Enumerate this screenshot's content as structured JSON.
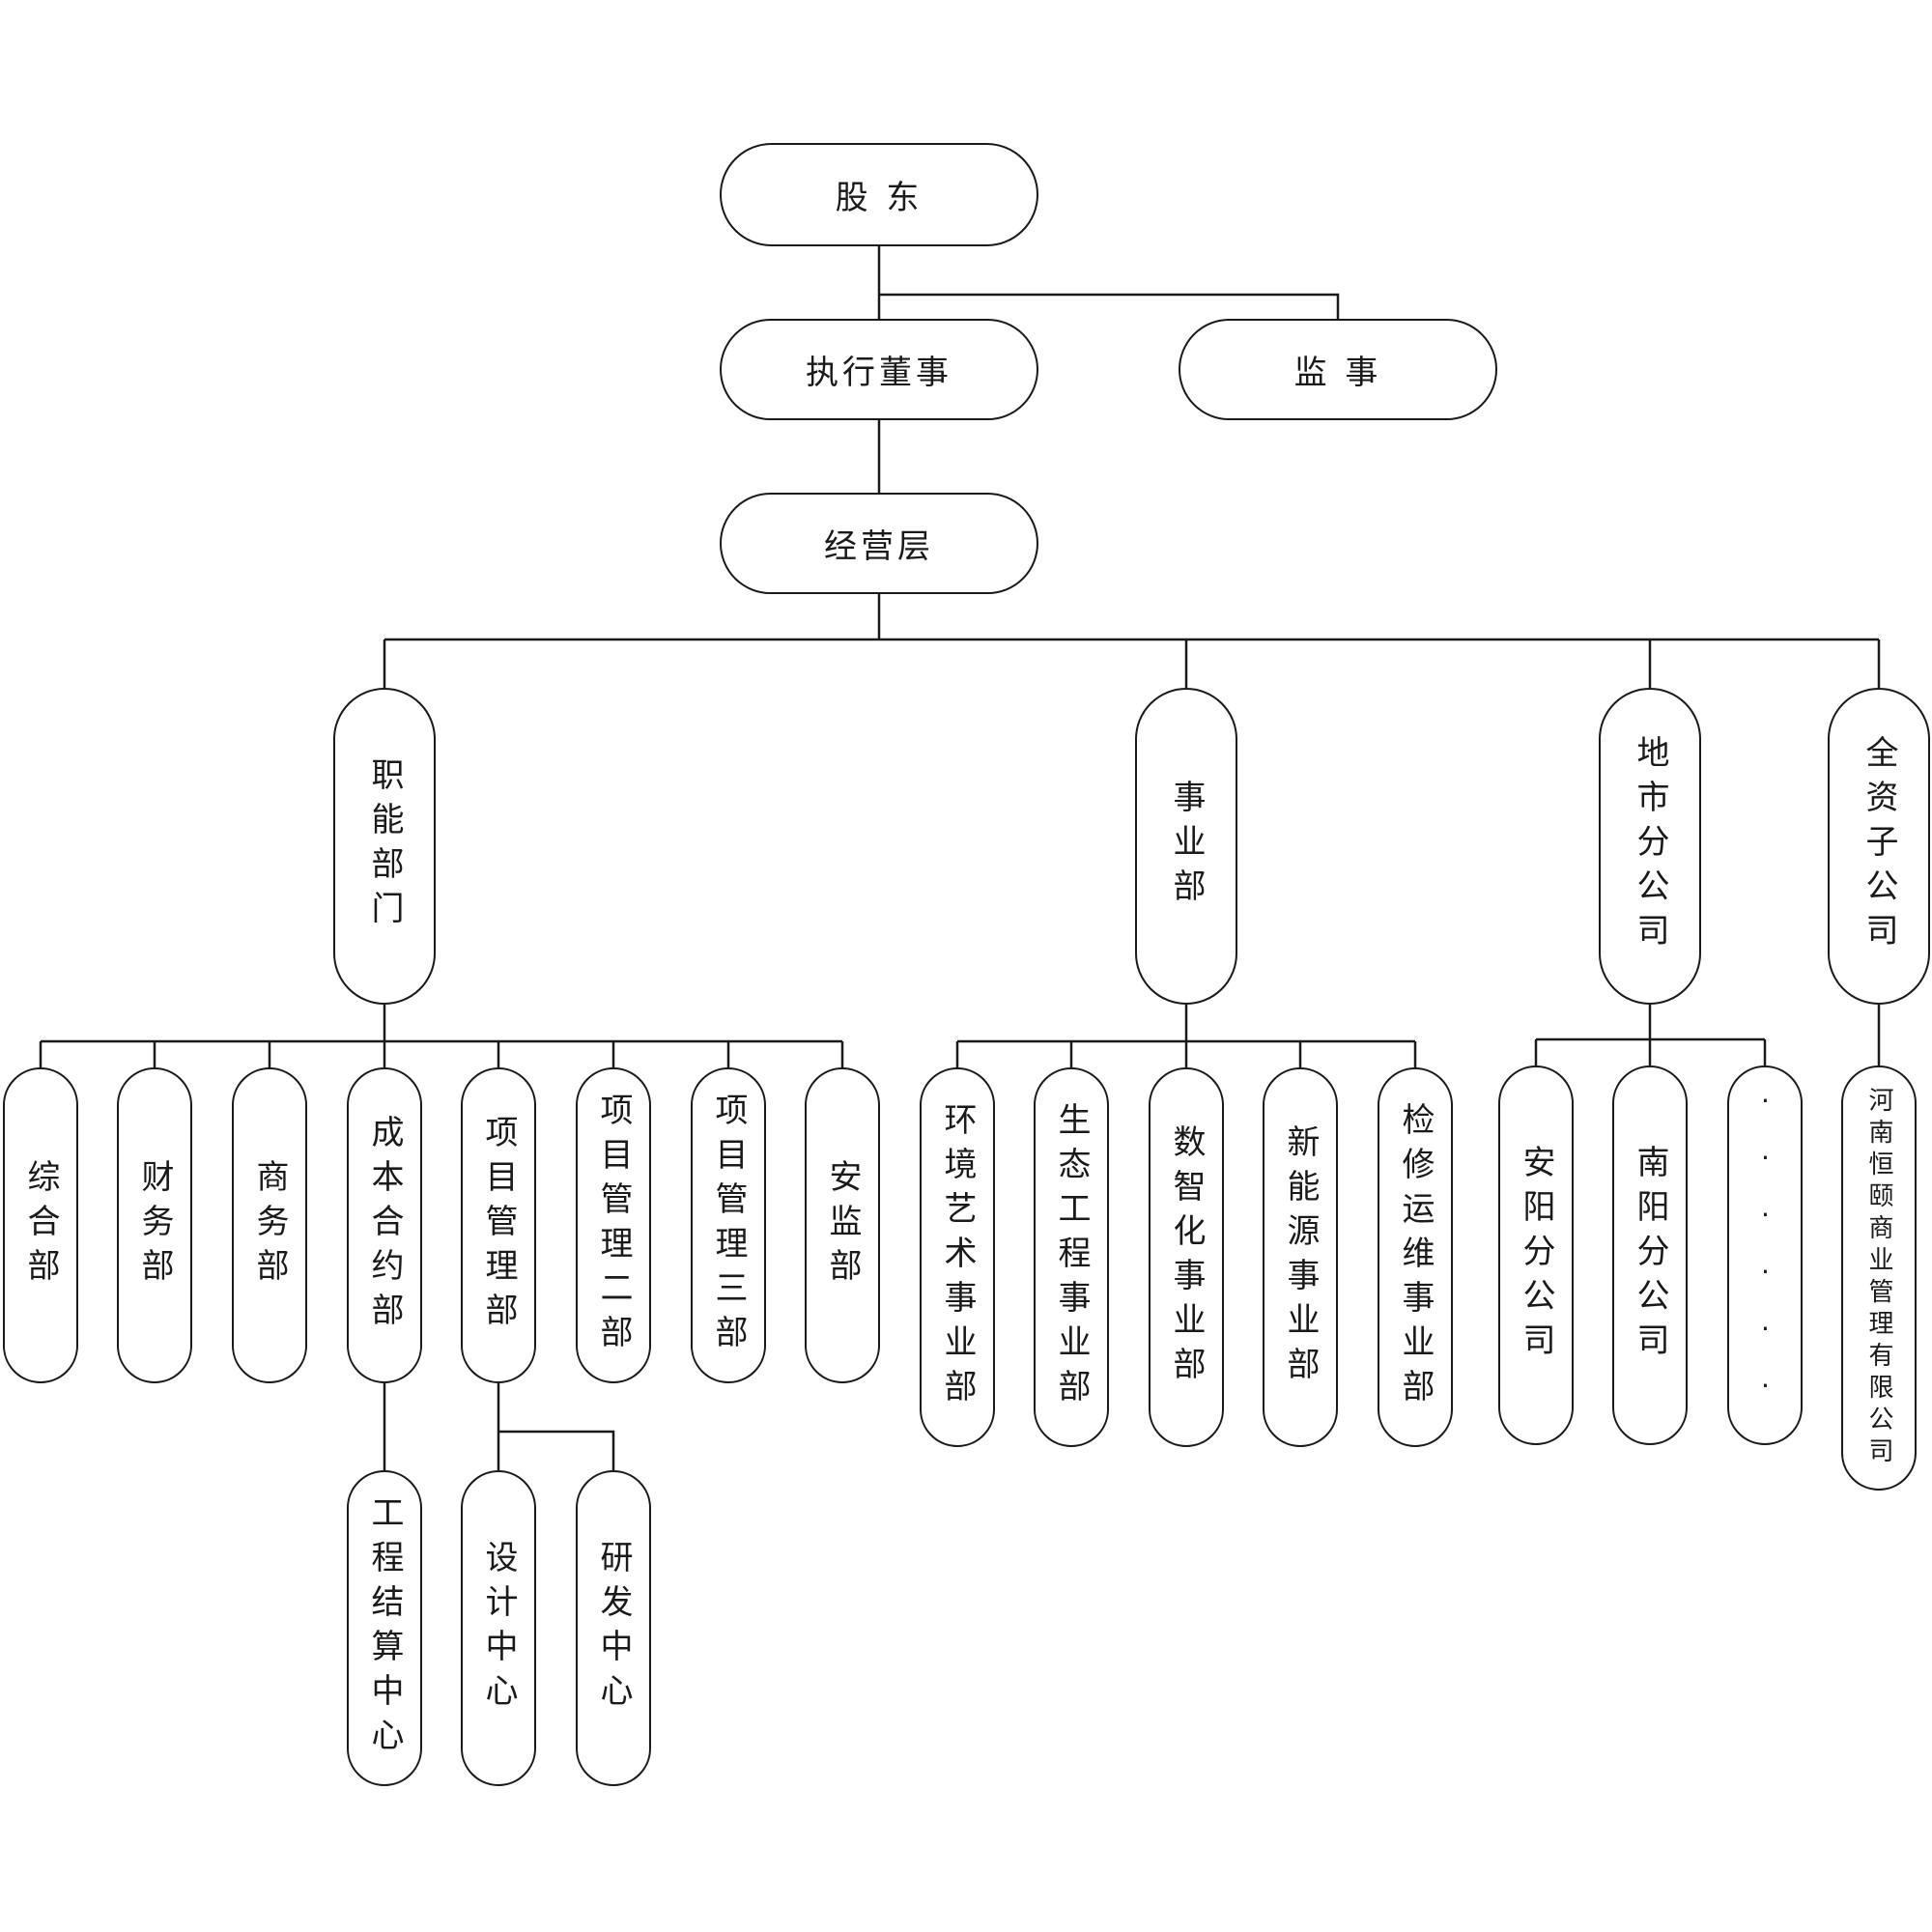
{
  "org": {
    "shareholders": "股 东",
    "executive_director": "执行董事",
    "supervisor": "监 事",
    "management": "经营层",
    "groups": {
      "functional": "职能部门",
      "business": "事业部",
      "city_branches": "地市分公司",
      "subsidiaries": "全资子公司"
    },
    "functional_depts": {
      "general": "综合部",
      "finance": "财务部",
      "commerce": "商务部",
      "cost_contract": "成本合约部",
      "project_mgmt": "项目管理部",
      "project_mgmt_2": "项目管理二部",
      "project_mgmt_3": "项目管理三部",
      "safety": "安监部",
      "settlement_center": "工程结算中心",
      "design_center": "设计中心",
      "rd_center": "研发中心"
    },
    "business_units": {
      "env_art": "环境艺术事业部",
      "eco_eng": "生态工程事业部",
      "digital": "数智化事业部",
      "new_energy": "新能源事业部",
      "maintenance": "检修运维事业部"
    },
    "branches": {
      "anyang": "安阳分公司",
      "nanyang": "南阳分公司",
      "more": "······"
    },
    "subsidiary": {
      "hengyi": "河南恒颐商业管理有限公司"
    }
  }
}
